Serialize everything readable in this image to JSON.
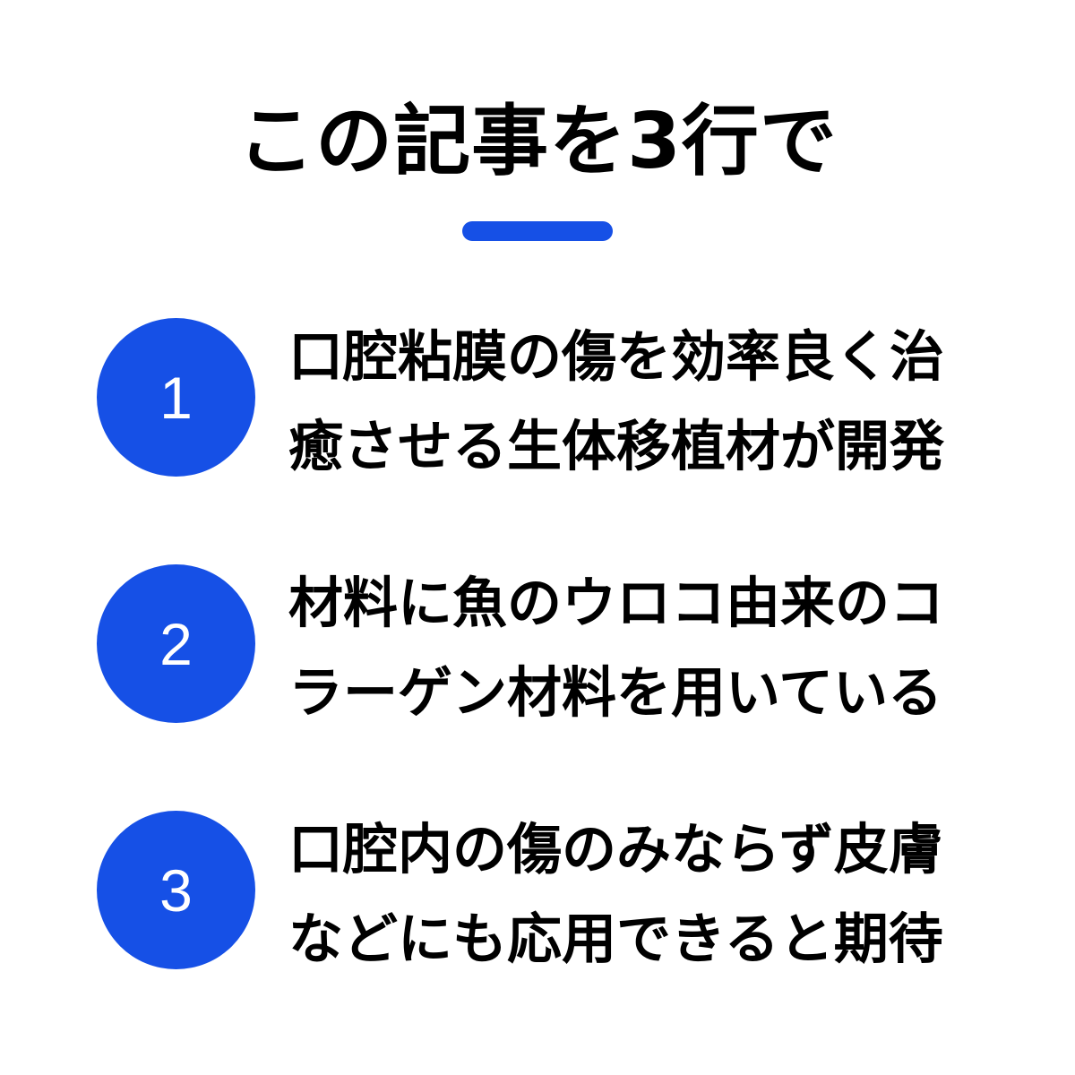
{
  "colors": {
    "accent": "#1650E6",
    "text": "#000000",
    "background": "#FFFFFF"
  },
  "title": "この記事を3行で",
  "items": [
    {
      "number": "1",
      "lines": [
        "口腔粘膜の傷を効率良く治",
        "癒させる生体移植材が開発"
      ]
    },
    {
      "number": "2",
      "lines": [
        "材料に魚のウロコ由来のコ",
        "ラーゲン材料を用いている"
      ]
    },
    {
      "number": "3",
      "lines": [
        "口腔内の傷のみならず皮膚",
        "などにも応用できると期待"
      ]
    }
  ]
}
